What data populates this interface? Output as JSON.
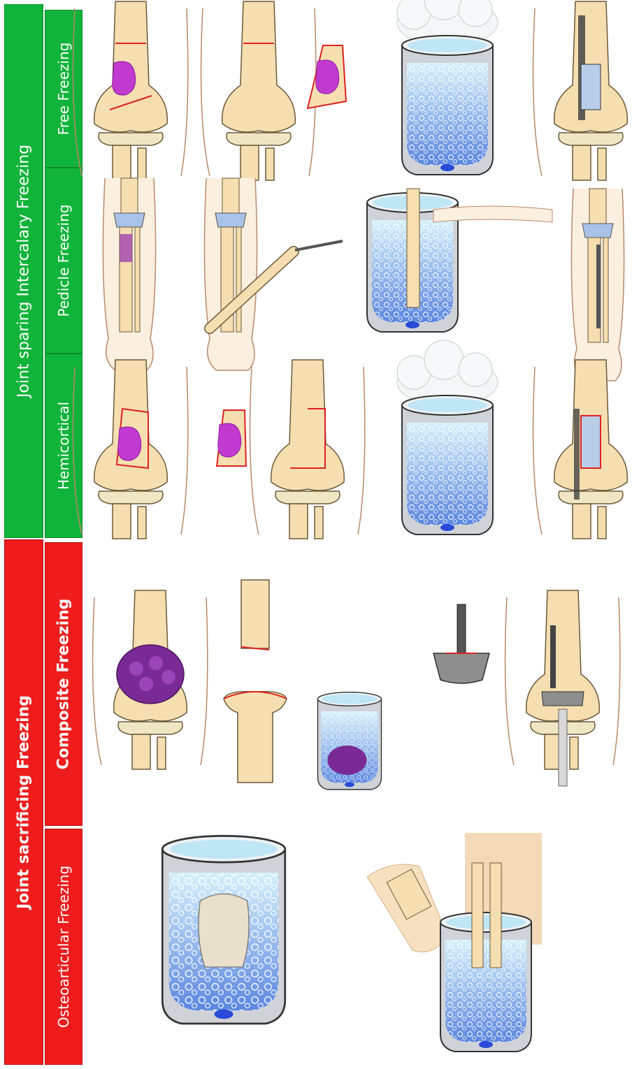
{
  "categories": [
    {
      "id": "joint-sparing",
      "label": "Joint sparing Intercalary  Freezing",
      "color": "#11b43a",
      "techniques": [
        "Free Freezing",
        "Pedicle Freezing",
        "Hemicortical"
      ]
    },
    {
      "id": "joint-sacrificing",
      "label": "Joint sacrificing  Freezing",
      "color": "#ee1c1c",
      "techniques": [
        "Composite  Freezing",
        "Osteoarticular  Freezing"
      ]
    }
  ]
}
